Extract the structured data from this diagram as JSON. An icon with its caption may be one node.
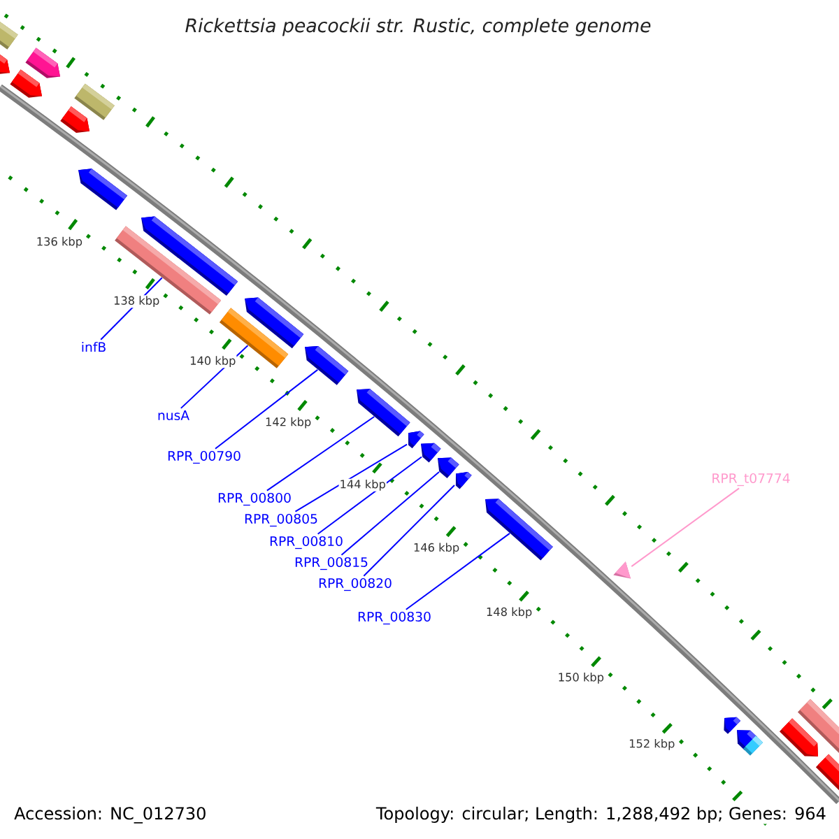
{
  "diagram": {
    "title": "Rickettsia peacockii str. Rustic, complete genome",
    "nodes": [
      {
        "text": [],
        "shape": "bar"
      },
      {
        "text": [],
        "shape": "pentagon"
      },
      {
        "text": [],
        "shape": "pentagon"
      },
      {
        "text": [],
        "shape": "pentagon"
      },
      {
        "text": [],
        "shape": "pentagon"
      },
      {
        "text": [],
        "shape": "pentagon"
      },
      {
        "text": [],
        "shape": "bar"
      },
      {
        "text": [],
        "shape": "bar"
      },
      {
        "text": [],
        "shape": "pentagon"
      },
      {
        "text": [],
        "shape": "bar"
      },
      {
        "text": [],
        "shape": "pentagon"
      },
      {
        "text": [],
        "shape": "pentagon"
      },
      {
        "text": [],
        "shape": "pentagon"
      },
      {
        "text": [],
        "shape": "pentagon"
      },
      {
        "text": [],
        "shape": "pentagon"
      },
      {
        "text": [],
        "shape": "pentagon"
      },
      {
        "text": [],
        "shape": "pentagon"
      },
      {
        "text": [],
        "shape": "pentagon"
      },
      {
        "text": [],
        "shape": "triangle"
      },
      {
        "text": [],
        "shape": "pentagon"
      },
      {
        "text": [],
        "shape": "pentagon"
      },
      {
        "text": [],
        "shape": "bar"
      },
      {
        "text": [],
        "shape": "pentagon"
      },
      {
        "text": [],
        "shape": "bar"
      },
      {
        "text": [],
        "shape": "pentagon"
      },
      {
        "text": [
          "infB"
        ]
      },
      {
        "text": [
          "nusA"
        ]
      },
      {
        "text": [
          "RPR_00790"
        ]
      },
      {
        "text": [
          "RPR_00800"
        ]
      },
      {
        "text": [
          "RPR_00805"
        ]
      },
      {
        "text": [
          "RPR_00810"
        ]
      },
      {
        "text": [
          "RPR_00815"
        ]
      },
      {
        "text": [
          "RPR_00820"
        ]
      },
      {
        "text": [
          "RPR_00830"
        ]
      },
      {
        "text": [
          "RPR_t07774"
        ]
      }
    ],
    "edges": [
      {
        "from": 25,
        "to": 7,
        "arrow": "none"
      },
      {
        "from": 26,
        "to": 9,
        "arrow": "none"
      },
      {
        "from": 27,
        "to": 11,
        "arrow": "none"
      },
      {
        "from": 28,
        "to": 12,
        "arrow": "none"
      },
      {
        "from": 29,
        "to": 13,
        "arrow": "none"
      },
      {
        "from": 30,
        "to": 14,
        "arrow": "none"
      },
      {
        "from": 31,
        "to": 15,
        "arrow": "none"
      },
      {
        "from": 32,
        "to": 16,
        "arrow": "none"
      },
      {
        "from": 33,
        "to": 17,
        "arrow": "none"
      },
      {
        "from": 34,
        "to": 18,
        "arrow": "none",
        "color": "#ff99cc"
      }
    ],
    "labels": [
      "136 kbp",
      "138 kbp",
      "140 kbp",
      "142 kbp",
      "144 kbp",
      "146 kbp",
      "148 kbp",
      "150 kbp",
      "152 kbp",
      "Accession: NC_012730",
      "Topology: circular; Length: 1,288,492 bp; Genes: 964"
    ]
  }
}
